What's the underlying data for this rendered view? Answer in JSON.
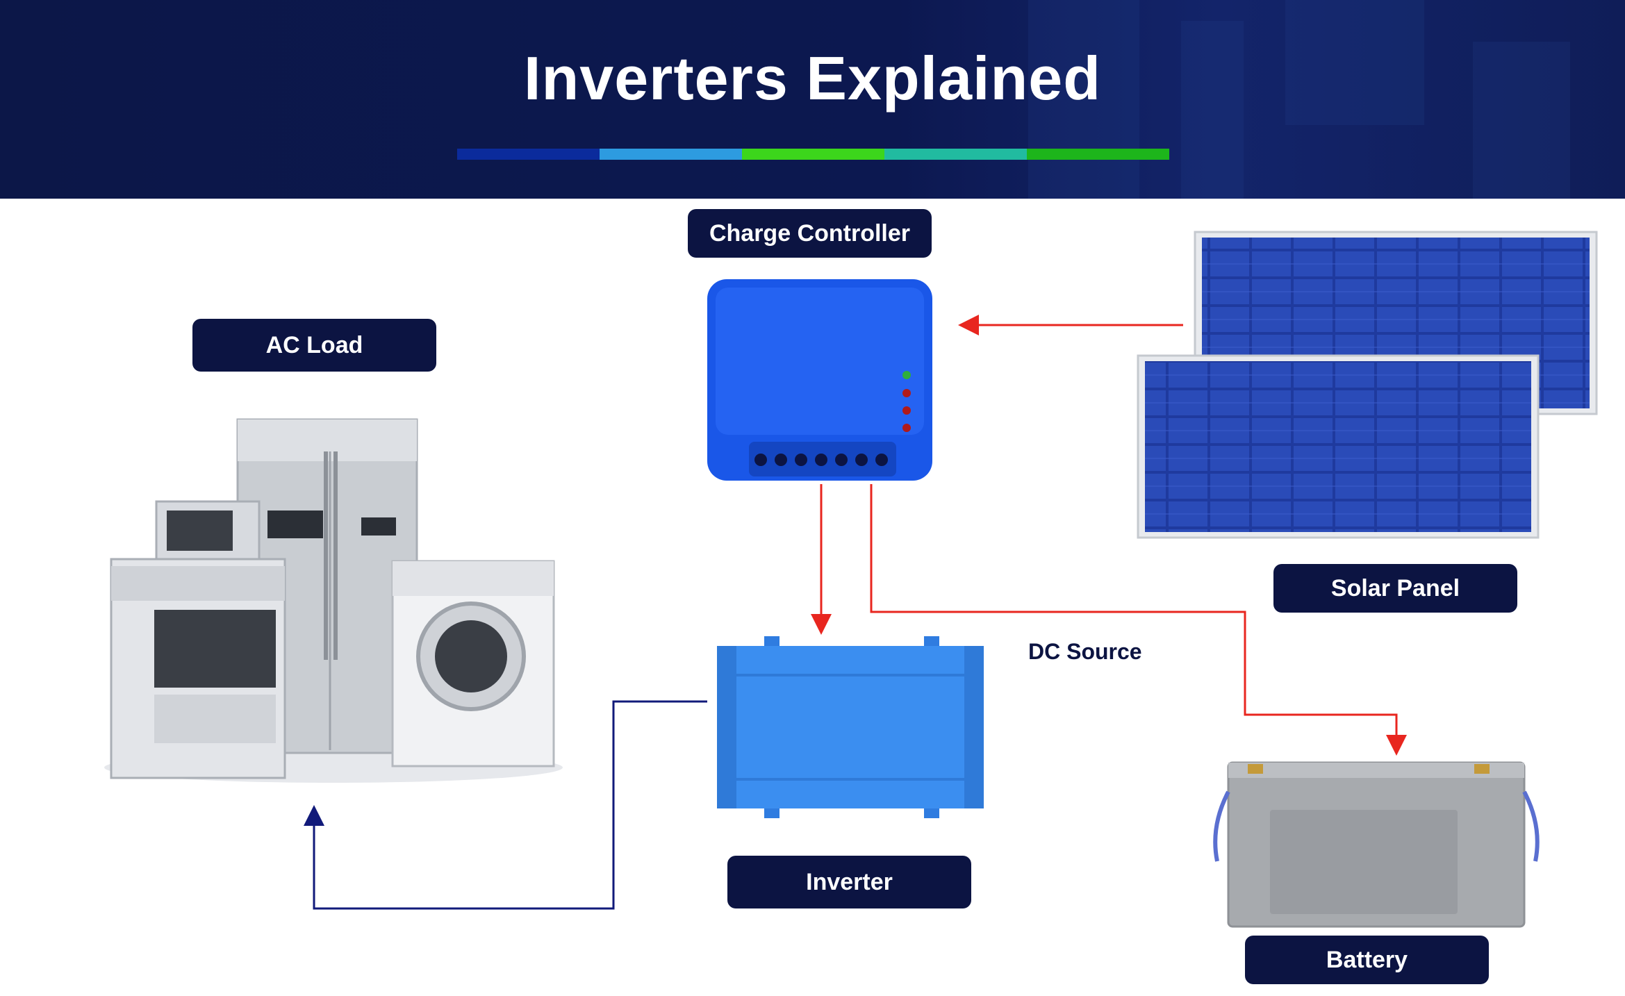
{
  "header": {
    "title": "Inverters Explained",
    "bar_colors": [
      "#0b2b9c",
      "#2d9be0",
      "#3cd61c",
      "#21bba0",
      "#1db51b"
    ]
  },
  "labels": {
    "ac_load": "AC Load",
    "charge_controller": "Charge Controller",
    "solar_panel": "Solar Panel",
    "inverter": "Inverter",
    "battery": "Battery",
    "dc_source": "DC Source"
  },
  "colors": {
    "dark_navy": "#0c1442",
    "arrow_red": "#e8261f",
    "arrow_navy": "#111a7a",
    "device_blue": "#1a57e8",
    "inverter_blue": "#3b8ef0"
  }
}
